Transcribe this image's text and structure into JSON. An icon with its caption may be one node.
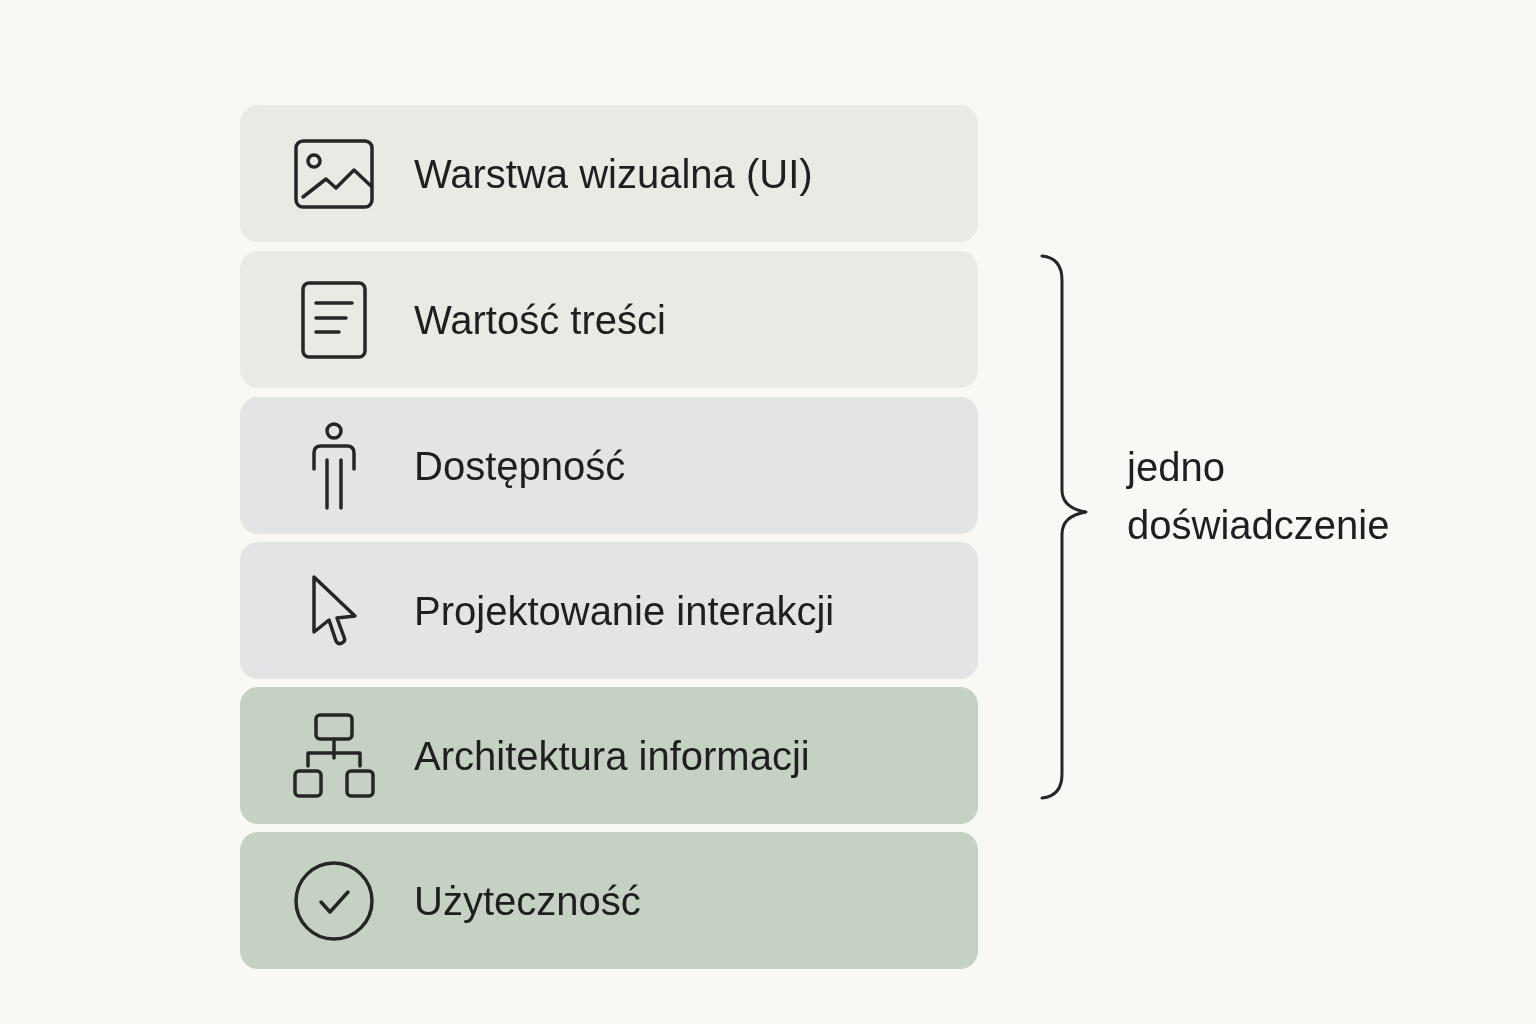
{
  "diagram": {
    "nodes": [
      {
        "text": [
          "Warstwa wizualna (UI)"
        ]
      },
      {
        "text": [
          "Wartość treści"
        ]
      },
      {
        "text": [
          "Dostępność"
        ]
      },
      {
        "text": [
          "Projektowanie interakcji"
        ]
      },
      {
        "text": [
          "Architektura informacji"
        ]
      },
      {
        "text": [
          "Użyteczność"
        ]
      }
    ],
    "labels": [
      "jedno doświadczenie"
    ]
  }
}
